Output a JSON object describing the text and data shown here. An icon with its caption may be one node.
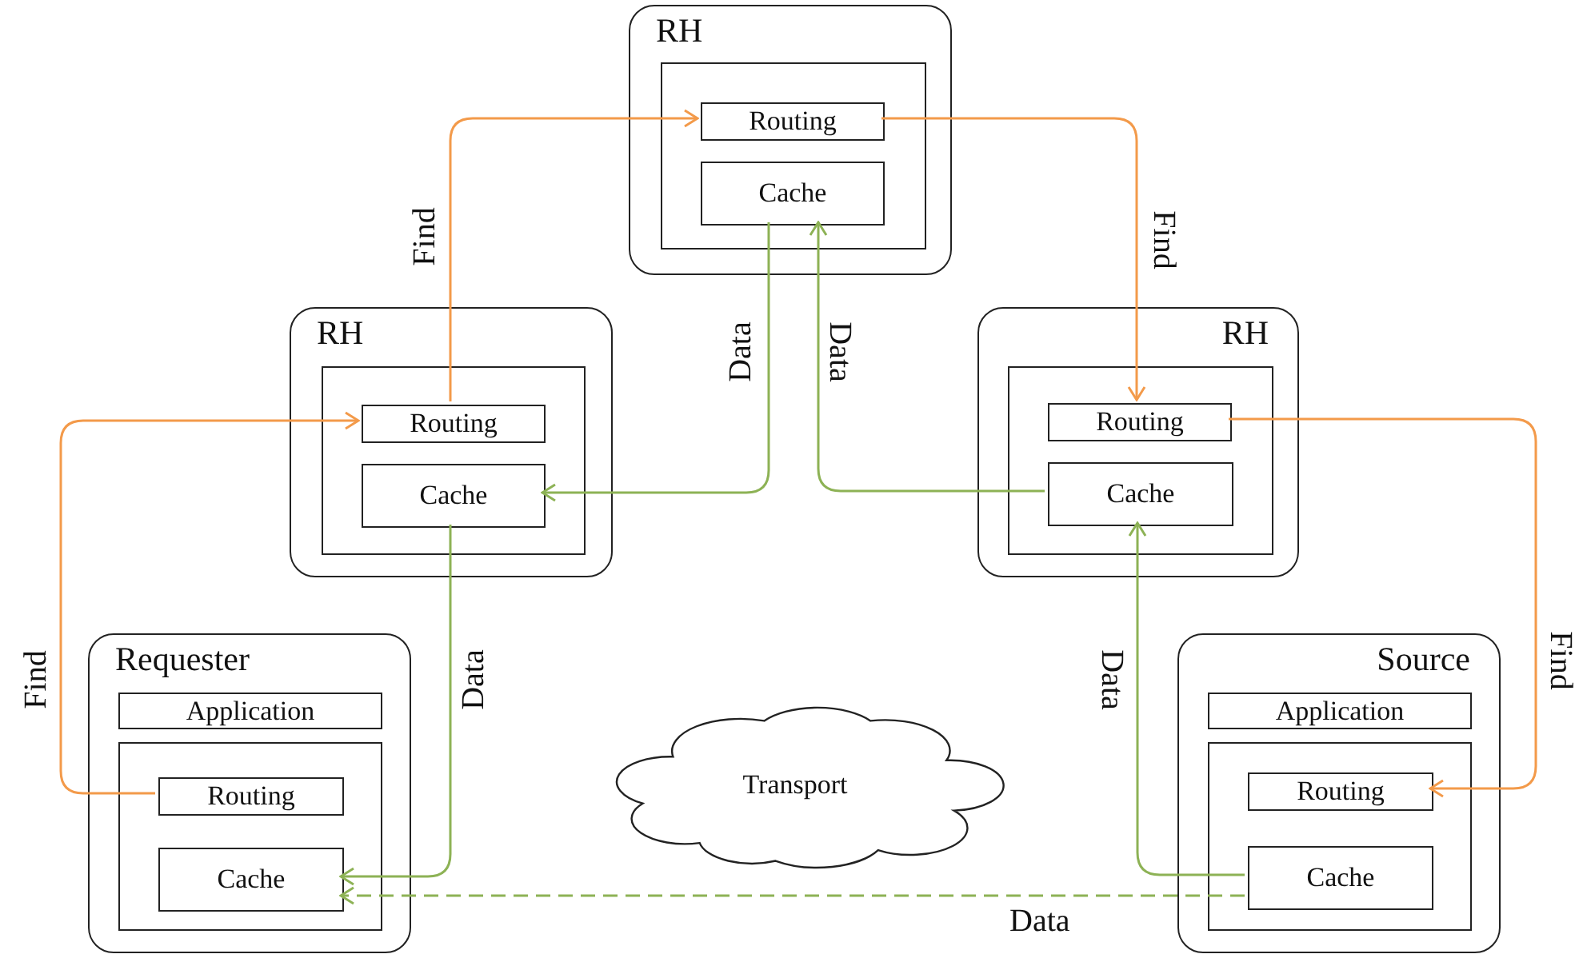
{
  "diagram": {
    "nodes": [
      {
        "text": [
          "RH"
        ]
      },
      {
        "text": [],
        "shape": "box",
        "in": 0
      },
      {
        "text": [
          "Routing"
        ],
        "in": 1
      },
      {
        "text": [
          "Cache"
        ],
        "in": 1
      },
      {
        "text": [
          "RH"
        ]
      },
      {
        "text": [],
        "shape": "box",
        "in": 4
      },
      {
        "text": [
          "Routing"
        ],
        "in": 5
      },
      {
        "text": [
          "Cache"
        ],
        "in": 5
      },
      {
        "text": [
          "RH"
        ]
      },
      {
        "text": [],
        "shape": "box",
        "in": 8
      },
      {
        "text": [
          "Routing"
        ],
        "in": 9
      },
      {
        "text": [
          "Cache"
        ],
        "in": 9
      },
      {
        "text": [
          "Requester"
        ]
      },
      {
        "text": [
          "Application"
        ],
        "in": 12
      },
      {
        "text": [],
        "shape": "box",
        "in": 12
      },
      {
        "text": [
          "Routing"
        ],
        "in": 14
      },
      {
        "text": [
          "Cache"
        ],
        "in": 14
      },
      {
        "text": [
          "Transport"
        ]
      },
      {
        "text": [
          "Source"
        ]
      },
      {
        "text": [
          "Application"
        ],
        "in": 18
      },
      {
        "text": [],
        "shape": "box",
        "in": 18
      },
      {
        "text": [
          "Routing"
        ],
        "in": 20
      },
      {
        "text": [
          "Cache"
        ],
        "in": 20
      }
    ],
    "edges": [
      {
        "from": 15,
        "to": 6,
        "arrow": "to",
        "label": "Find",
        "color": "#f39a4a"
      },
      {
        "from": 6,
        "to": 2,
        "arrow": "to",
        "label": "Find",
        "color": "#f39a4a"
      },
      {
        "from": 2,
        "to": 10,
        "arrow": "to",
        "label": "Find",
        "color": "#f39a4a"
      },
      {
        "from": 10,
        "to": 21,
        "arrow": "to",
        "label": "Find",
        "color": "#f39a4a"
      },
      {
        "from": 22,
        "to": 11,
        "arrow": "to",
        "label": "Data"
      },
      {
        "from": 11,
        "to": 3,
        "arrow": "to",
        "label": "Data"
      },
      {
        "from": 3,
        "to": 7,
        "arrow": "to",
        "label": "Data"
      },
      {
        "from": 7,
        "to": 16,
        "arrow": "to",
        "label": "Data"
      },
      {
        "from": 22,
        "to": 16,
        "arrow": "to",
        "label": "Data",
        "style": "dashed"
      }
    ]
  }
}
